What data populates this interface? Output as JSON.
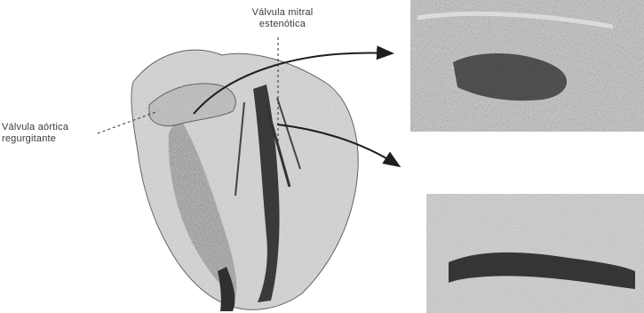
{
  "labels": {
    "mitral_line1": "Válvula mitral",
    "mitral_line2": "estenótica",
    "aortic_line1": "Válvula aórtica",
    "aortic_line2": "regurgitante"
  },
  "colors": {
    "ink": "#1e1e1e",
    "tissue_light": "#cfcfcf",
    "tissue_mid": "#8a8a8a",
    "tissue_dark": "#2b2b2b",
    "background": "#ffffff"
  },
  "icons": {
    "arrow_top": "arrow-right-icon",
    "arrow_bottom": "arrow-right-icon"
  }
}
